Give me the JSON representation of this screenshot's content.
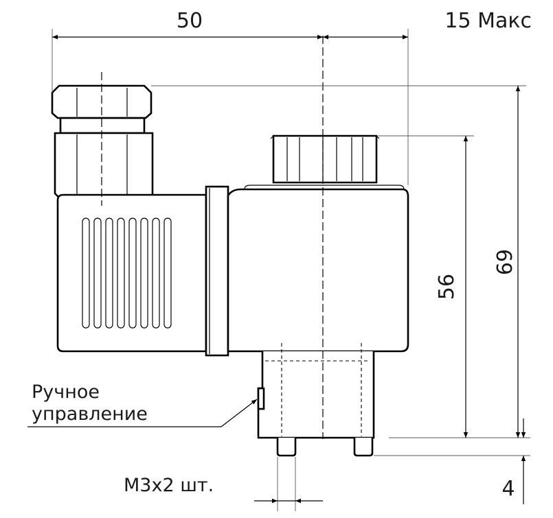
{
  "dimensions": {
    "width_top": "50",
    "max_offset": "15 Макс",
    "height_body": "56",
    "height_total": "69",
    "pin_length": "4"
  },
  "labels": {
    "manual_control_line1": "Ручное",
    "manual_control_line2": "управление",
    "screws": "М3х2 шт."
  }
}
